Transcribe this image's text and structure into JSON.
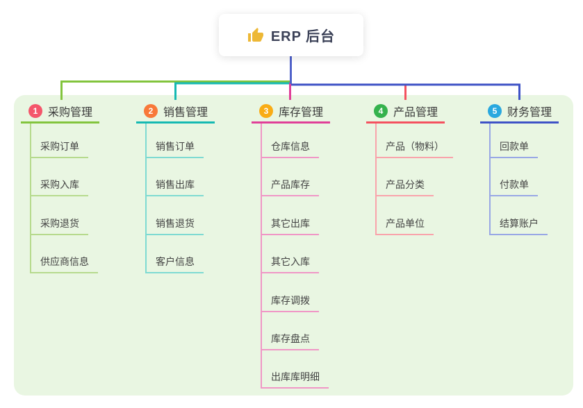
{
  "root": {
    "title": "ERP 后台",
    "icon": "thumbs-up",
    "stem_color": "#5062ca"
  },
  "branches": [
    {
      "num": "1",
      "title": "采购管理",
      "color": "#82c43d",
      "light": "#b6da8d",
      "badge": "#f4566b",
      "children": [
        "采购订单",
        "采购入库",
        "采购退货",
        "供应商信息"
      ]
    },
    {
      "num": "2",
      "title": "销售管理",
      "color": "#15b9b2",
      "light": "#7edad2",
      "badge": "#f8793a",
      "children": [
        "销售订单",
        "销售出库",
        "销售退货",
        "客户信息"
      ]
    },
    {
      "num": "3",
      "title": "库存管理",
      "color": "#e03f98",
      "light": "#f096c6",
      "badge": "#f9ac15",
      "children": [
        "仓库信息",
        "产品库存",
        "其它出库",
        "其它入库",
        "库存调拨",
        "库存盘点",
        "出库库明细"
      ]
    },
    {
      "num": "4",
      "title": "产品管理",
      "color": "#f4515f",
      "light": "#f9a3ab",
      "badge": "#35b24d",
      "children": [
        "产品（物料）",
        "产品分类",
        "产品单位"
      ]
    },
    {
      "num": "5",
      "title": "财务管理",
      "color": "#3e52c6",
      "light": "#98a7e5",
      "badge": "#29a8df",
      "children": [
        "回款单",
        "付款单",
        "结算账户"
      ]
    }
  ]
}
